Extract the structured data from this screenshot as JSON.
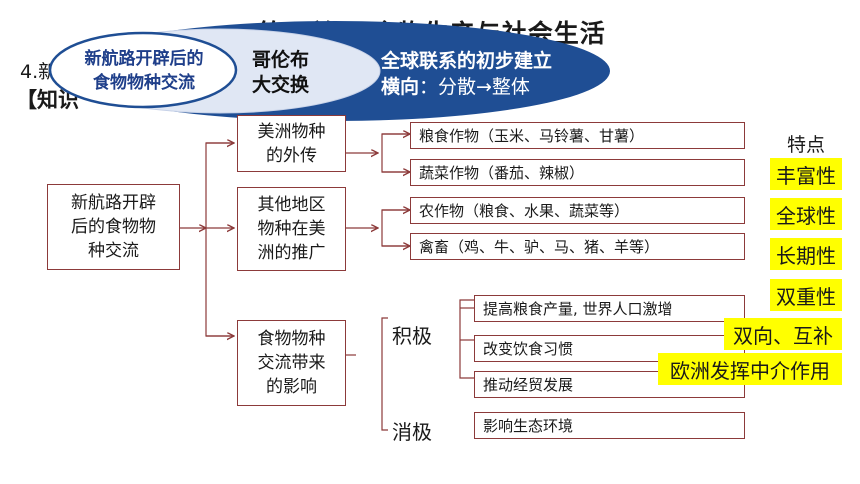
{
  "header": {
    "title": "第一单元 食物生产与社会生活",
    "section_number": "4.新",
    "section_label": "【知识"
  },
  "banner": {
    "ellipse_text_line1": "新航路开辟后的",
    "ellipse_text_line2": "食物物种交流",
    "middle_line1": "哥伦布",
    "middle_line2": "大交换",
    "right_line1": "全球联系的初步建立",
    "right_line2_label": "横向",
    "right_line2_value": "：分散→整体"
  },
  "diagram": {
    "root": [
      "新航路开辟",
      "后的食物物",
      "种交流"
    ],
    "branches": [
      {
        "label": [
          "美洲物种",
          "的外传"
        ]
      },
      {
        "label": [
          "其他地区",
          "物种在美",
          "洲的推广"
        ]
      },
      {
        "label": [
          "食物物种",
          "交流带来",
          "的影响"
        ]
      }
    ],
    "leaves": [
      "粮食作物（玉米、马铃薯、甘薯）",
      "蔬菜作物（番茄、辣椒）",
      "农作物（粮食、水果、蔬菜等）",
      "禽畜（鸡、牛、驴、马、猪、羊等）"
    ],
    "positive_label": "积极",
    "negative_label": "消极",
    "impacts": [
      "提高粮食产量, 世界人口激增",
      "改变饮食习惯",
      "推动经贸发展",
      "影响生态环境"
    ],
    "features_title": "特点",
    "features": [
      "丰富性",
      "全球性",
      "长期性",
      "双重性"
    ],
    "notes": [
      "双向、互补",
      "欧洲发挥中介作用"
    ]
  },
  "colors": {
    "band_dark": "#1f4e94",
    "ellipse_light": "#dbe3f2",
    "box_border": "#8c3a3a",
    "highlight": "#ffff00",
    "ellipse_text": "#1f3f8a"
  }
}
